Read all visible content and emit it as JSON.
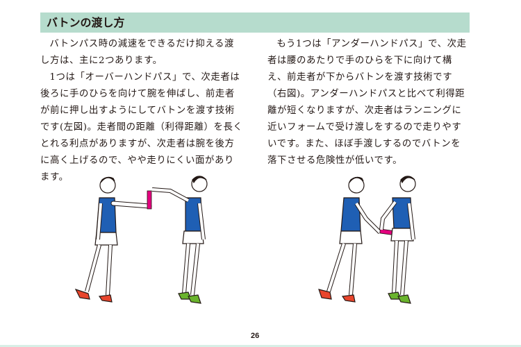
{
  "section_title": "バトンの渡し方",
  "left_column": {
    "paragraphs": [
      "バトンパス時の減速をできるだけ抑える渡し方は、主に2つあります。",
      "1つは「オーバーハンドパス」で、次走者は後ろに手のひらを向けて腕を伸ばし、前走者が前に押し出すようにしてバトンを渡す技術です(左図)。走者間の距離（利得距離）を長くとれる利点がありますが、次走者は腕を後方に高く上げるので、やや走りにくい面があります。"
    ]
  },
  "right_column": {
    "paragraphs": [
      "もう1つは「アンダーハンドパス」で、次走者は腰のあたりで手のひらを下に向けて構え、前走者が下からバトンを渡す技術です（右図)。アンダーハンドパスと比べて利得距離が短くなりますが、次走者はランニングに近いフォームで受け渡しをするので走りやすいです。また、ほぼ手渡しするのでバトンを落下させる危険性が低いです。"
    ]
  },
  "colors": {
    "header": "#b6dccd",
    "shirt": "#1f5fb4",
    "baton": "#e4007f",
    "shoe_front": "#e8452c",
    "shoe_next": "#6ab42d"
  },
  "page_number": "26"
}
